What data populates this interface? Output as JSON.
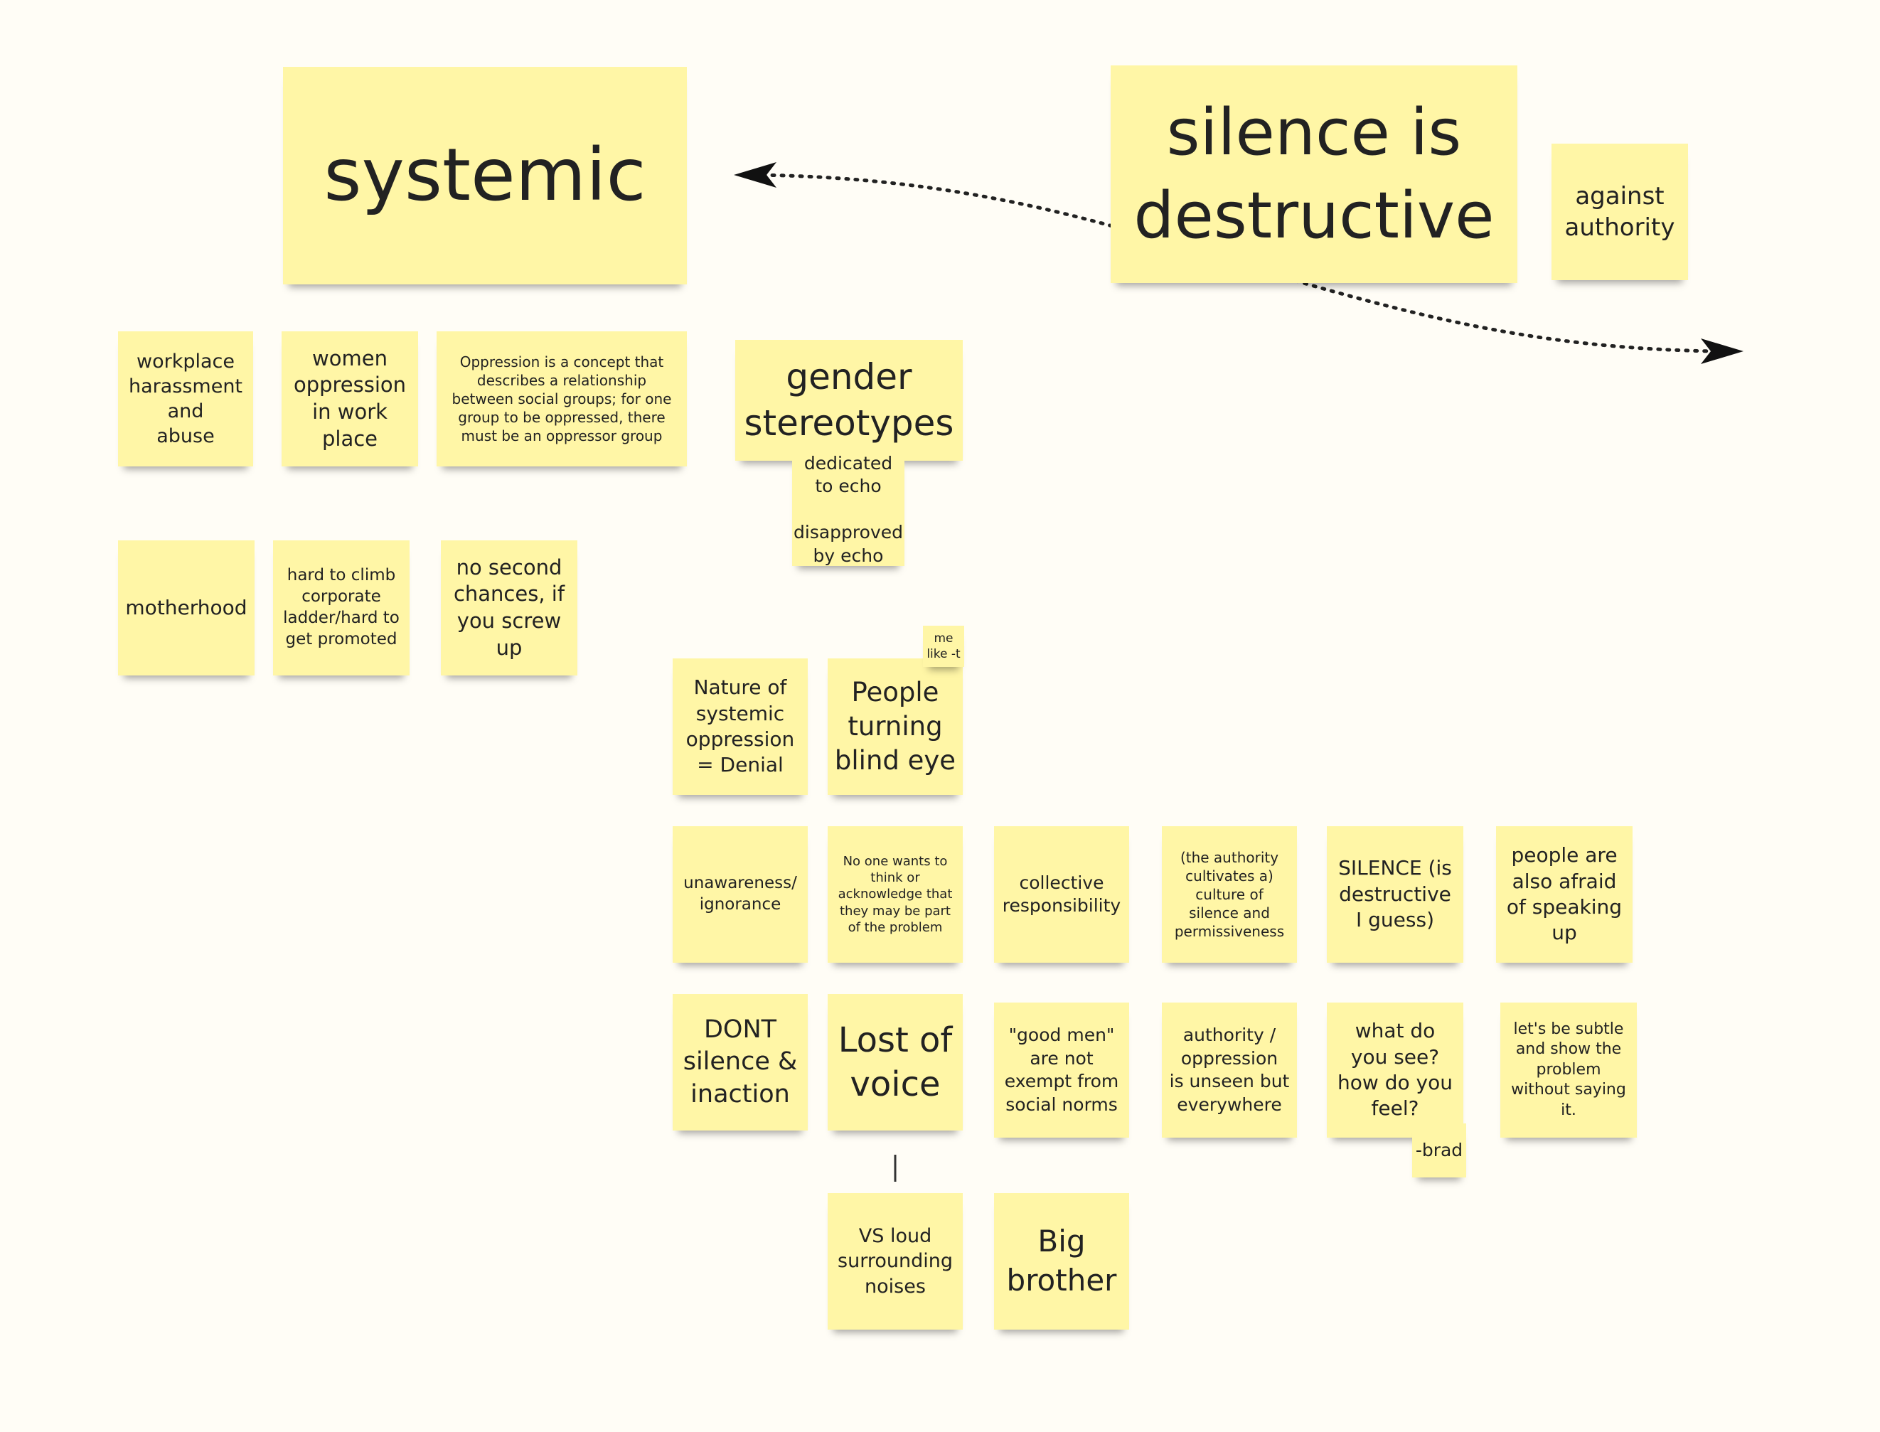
{
  "board": {
    "colors": {
      "background": "#fffdf6",
      "note": "#fff6a6",
      "text": "#222222",
      "arrow": "#222222"
    },
    "notes": {
      "systemic": "systemic",
      "silence_is_destructive": "silence is\ndestructive",
      "against_authority": "against\nauthority",
      "workplace_harassment": "workplace\nharassment\nand\nabuse",
      "women_oppression": "women\noppression\nin work\nplace",
      "oppression_definition": "Oppression is a concept that\ndescribes a relationship\nbetween social groups; for one\ngroup to be oppressed, there\nmust be an oppressor group",
      "gender_stereotypes": "gender\nstereotypes",
      "dedicated_to_echo": "dedicated\nto echo\n\ndisapproved\nby echo",
      "motherhood": "motherhood",
      "hard_to_climb": "hard to climb\ncorporate\nladder/hard to\nget promoted",
      "no_second_chances": "no second\nchances, if\nyou screw\nup",
      "nature_of_oppression": "Nature of\nsystemic\noppression\n= Denial",
      "people_turning_blind_eye": "People\nturning\nblind eye",
      "me_like": "me\nlike -t",
      "unawareness": "unawareness/\nignorance",
      "no_one_wants": "No one wants to\nthink or\nacknowledge that\nthey may be part\nof the problem",
      "collective_responsibility": "collective\nresponsibility",
      "authority_culture": "(the authority\ncultivates a)\nculture of\nsilence and\npermissiveness",
      "silence_guess": "SILENCE (is\ndestructive\nI guess)",
      "afraid_of_speaking": "people are\nalso afraid\nof speaking\nup",
      "dont_silence": "DONT\nsilence &\ninaction",
      "lost_of_voice": "Lost of\nvoice",
      "good_men": "\"good men\"\nare not\nexempt from\nsocial norms",
      "authority_unseen": "authority /\noppression\nis unseen but\neverywhere",
      "what_do_you_see": "what do\nyou see?\nhow do you\nfeel?",
      "brad": "-brad",
      "lets_be_subtle": "let's be subtle\nand show the\nproblem\nwithout saying\nit.",
      "vs_loud": "VS loud\nsurrounding\nnoises",
      "big_brother": "Big\nbrother"
    }
  }
}
